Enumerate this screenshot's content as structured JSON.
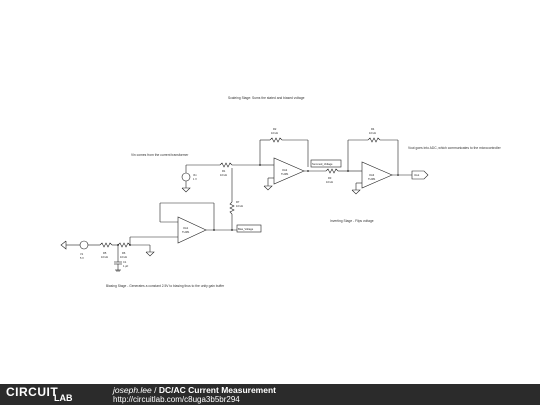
{
  "notes": {
    "scaling": "Scaleing Stage: Sums the stated and biased voltage",
    "vin": "Vin comes from the current transformer",
    "output": "Vout goes into ADC, which communicates to the microcontroller",
    "inverting": "Inverting Stage - Flips voltage",
    "biasing": "Biasing Stage - Generates a constant 2.5V to biasing thus to the unity gain buffer"
  },
  "components": {
    "r1": {
      "name": "R1",
      "value": "10 kΩ"
    },
    "r2": {
      "name": "R2",
      "value": "10 kΩ"
    },
    "r3": {
      "name": "R3",
      "value": "10 kΩ"
    },
    "r4": {
      "name": "R4",
      "value": "10 kΩ"
    },
    "r5": {
      "name": "R5",
      "value": "10 kΩ"
    },
    "r6": {
      "name": "R6",
      "value": "10 kΩ"
    },
    "r7": {
      "name": "R7",
      "value": "10 kΩ"
    },
    "c1": {
      "name": "C1",
      "value": "1 µF"
    },
    "v1": {
      "name": "V1",
      "value": "5 V"
    },
    "v2": {
      "name": "Vin",
      "value": "1 V"
    },
    "oa1": {
      "name": "OA1",
      "value": "TL081"
    },
    "oa2": {
      "name": "OA2",
      "value": "TL081"
    },
    "oa3": {
      "name": "OA3",
      "value": "TL081"
    }
  },
  "labels": {
    "summed": "Summed_Voltage",
    "bias": "Bias_Voltage",
    "vout": "Vout"
  },
  "footer": {
    "logo_top": "CIRCUIT",
    "logo_bottom": "LAB",
    "author": "joseph.lee",
    "sep": " / ",
    "title": "DC/AC Current Measurement",
    "url": "http://circuitlab.com/c8uga3b5br294"
  }
}
